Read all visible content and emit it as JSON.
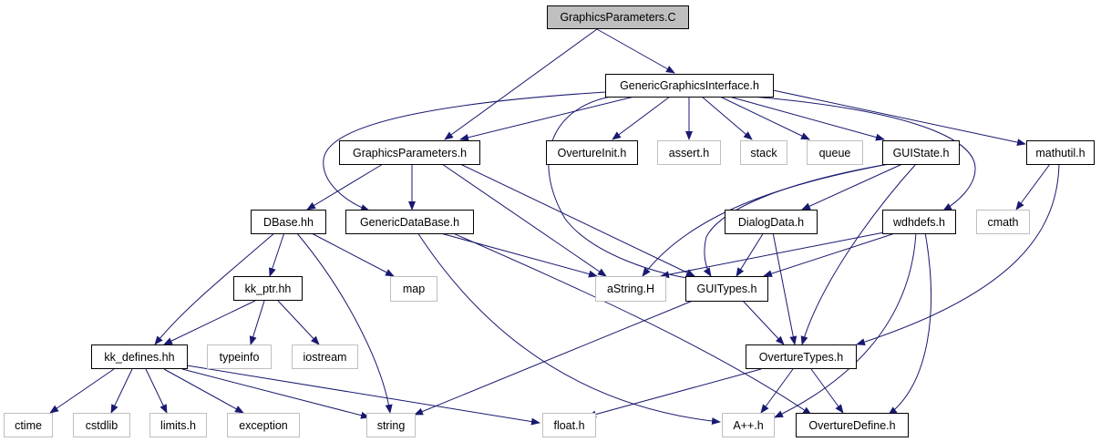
{
  "colors": {
    "edge": "#191970",
    "root_fill": "#bfbfbf",
    "known_border": "#000000",
    "external_border": "#bfbfbf"
  },
  "nodes": {
    "root": "GraphicsParameters.C",
    "generic_graphics_interface": "GenericGraphicsInterface.h",
    "graphics_parameters": "GraphicsParameters.h",
    "overture_init": "OvertureInit.h",
    "assert": "assert.h",
    "stack": "stack",
    "queue": "queue",
    "gui_state": "GUIState.h",
    "mathutil": "mathutil.h",
    "dbase": "DBase.hh",
    "generic_data_base": "GenericDataBase.h",
    "dialog_data": "DialogData.h",
    "wdhdefs": "wdhdefs.h",
    "cmath": "cmath",
    "kk_ptr": "kk_ptr.hh",
    "map": "map",
    "astring": "aString.H",
    "gui_types": "GUITypes.h",
    "kk_defines": "kk_defines.hh",
    "typeinfo": "typeinfo",
    "iostream": "iostream",
    "overture_types": "OvertureTypes.h",
    "ctime": "ctime",
    "cstdlib": "cstdlib",
    "limits": "limits.h",
    "exception": "exception",
    "string": "string",
    "float": "float.h",
    "aplusplus": "A++.h",
    "overture_define": "OvertureDefine.h"
  }
}
